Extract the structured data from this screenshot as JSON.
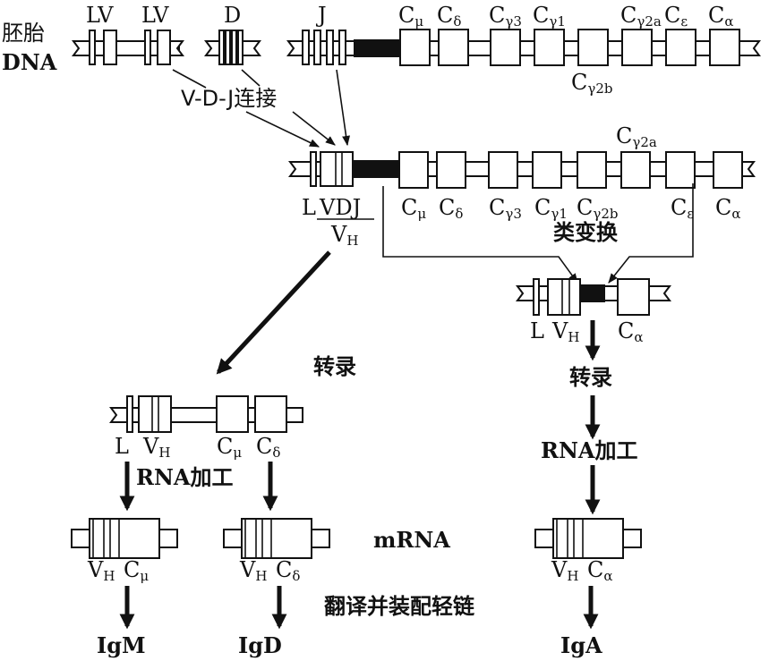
{
  "colors": {
    "ink": "#111111",
    "background": "#ffffff"
  },
  "germline": {
    "title_line1": "胚胎",
    "title_line2": "DNA",
    "segment_labels": [
      "LV",
      "LV",
      "D",
      "J"
    ],
    "constant_labels": [
      {
        "base": "C",
        "sub": "μ"
      },
      {
        "base": "C",
        "sub": "δ"
      },
      {
        "base": "C",
        "sub": "γ3"
      },
      {
        "base": "C",
        "sub": "γ1"
      },
      {
        "base": "C",
        "sub": "γ2b"
      },
      {
        "base": "C",
        "sub": "γ2a"
      },
      {
        "base": "C",
        "sub": "ε"
      },
      {
        "base": "C",
        "sub": "α"
      }
    ]
  },
  "vdj_joining_label": "V-D-J连接",
  "rearranged": {
    "left_label": "L",
    "vdj_label": "VDJ",
    "vh_label": {
      "base": "V",
      "sub": "H"
    },
    "constant_labels": [
      {
        "base": "C",
        "sub": "μ"
      },
      {
        "base": "C",
        "sub": "δ"
      },
      {
        "base": "C",
        "sub": "γ3"
      },
      {
        "base": "C",
        "sub": "γ1"
      },
      {
        "base": "C",
        "sub": "γ2b"
      },
      {
        "base": "C",
        "sub": "γ2a"
      },
      {
        "base": "C",
        "sub": "ε"
      },
      {
        "base": "C",
        "sub": "α"
      }
    ]
  },
  "class_switch_label": "类变换",
  "switched": {
    "labels": [
      {
        "base": "L",
        "sub": ""
      },
      {
        "base": "V",
        "sub": "H"
      },
      {
        "base": "C",
        "sub": "α"
      }
    ],
    "transcription_label": "转录",
    "rna_processing_label": "RNA加工"
  },
  "left_branch": {
    "transcription_label": "转录",
    "labels": [
      {
        "base": "L",
        "sub": ""
      },
      {
        "base": "V",
        "sub": "H"
      },
      {
        "base": "C",
        "sub": "μ"
      },
      {
        "base": "C",
        "sub": "δ"
      }
    ],
    "rna_processing_label": "RNA加工"
  },
  "mrna_label": "mRNA",
  "translation_label": "翻译并装配轻链",
  "mrnas": [
    {
      "vh": {
        "base": "V",
        "sub": "H"
      },
      "c": {
        "base": "C",
        "sub": "μ"
      },
      "product": "IgM"
    },
    {
      "vh": {
        "base": "V",
        "sub": "H"
      },
      "c": {
        "base": "C",
        "sub": "δ"
      },
      "product": "IgD"
    },
    {
      "vh": {
        "base": "V",
        "sub": "H"
      },
      "c": {
        "base": "C",
        "sub": "α"
      },
      "product": "IgA"
    }
  ]
}
